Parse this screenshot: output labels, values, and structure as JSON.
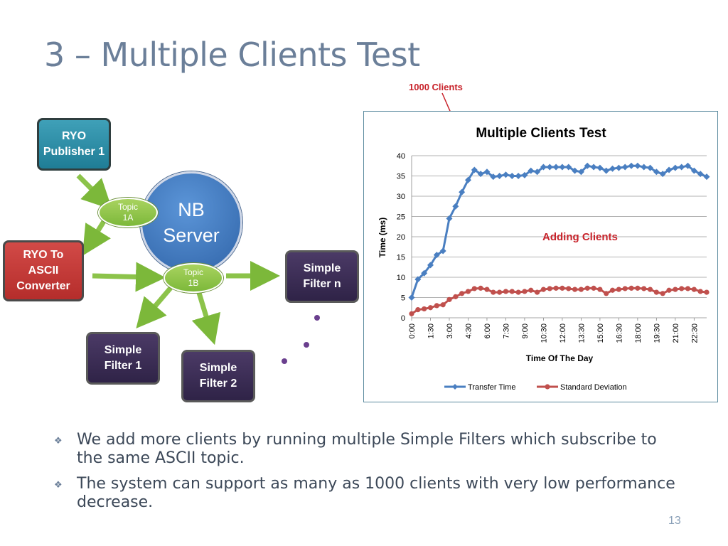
{
  "slide": {
    "title": "3 – Multiple Clients Test",
    "page_number": "13",
    "bullets": [
      "We add more clients by running multiple Simple Filters which subscribe to the same ASCII topic.",
      "The system can support as many as 1000 clients with very low performance decrease."
    ]
  },
  "diagram": {
    "publisher": "RYO\nPublisher 1",
    "converter": "RYO To\nASCII\nConverter",
    "server": "NB\nServer",
    "topic_1a": "Topic\n1A",
    "topic_1b": "Topic\n1B",
    "filter_n": "Simple\nFilter n",
    "filter_1": "Simple\nFilter 1",
    "filter_2": "Simple\nFilter 2",
    "colors": {
      "teal": "#2a8aa4",
      "red": "#c23a38",
      "purple": "#3b2c55",
      "green": "#8cc34a",
      "blue": "#4a7fc1"
    }
  },
  "annotations": {
    "clients_1000": "1000 Clients",
    "adding_clients": "Adding Clients",
    "color": "#c8232b"
  },
  "chart_data": {
    "type": "line",
    "title": "Multiple Clients Test",
    "xlabel": "Time Of The Day",
    "ylabel": "Time (ms)",
    "ylim": [
      0,
      40
    ],
    "yticks": [
      0,
      5,
      10,
      15,
      20,
      25,
      30,
      35,
      40
    ],
    "x_tick_labels": [
      "0:00",
      "1:30",
      "3:00",
      "4:30",
      "6:00",
      "7:30",
      "9:00",
      "10:30",
      "12:00",
      "13:30",
      "15:00",
      "16:30",
      "18:00",
      "19:30",
      "21:00",
      "22:30"
    ],
    "x_tick_every": 3,
    "grid": true,
    "legend": "bottom",
    "series": [
      {
        "name": "Transfer Time",
        "color": "#4a7fc1",
        "marker": "diamond",
        "values": [
          5,
          9.5,
          11,
          13,
          15.5,
          16.5,
          24.5,
          27.5,
          31,
          34,
          36.5,
          35.5,
          36,
          34.8,
          35,
          35.3,
          35,
          35,
          35.2,
          36.3,
          36,
          37.2,
          37.2,
          37.2,
          37.2,
          37.2,
          36.3,
          36,
          37.5,
          37.2,
          37,
          36.3,
          36.8,
          37,
          37.2,
          37.5,
          37.5,
          37.2,
          37,
          36,
          35.5,
          36.5,
          37,
          37.2,
          37.5,
          36.3,
          35.5,
          34.8
        ]
      },
      {
        "name": "Standard Deviation",
        "color": "#c0504d",
        "marker": "circle",
        "values": [
          1,
          2,
          2.2,
          2.5,
          3,
          3.2,
          4.5,
          5.2,
          6,
          6.5,
          7.2,
          7.3,
          7,
          6.3,
          6.3,
          6.5,
          6.5,
          6.3,
          6.5,
          6.8,
          6.3,
          7,
          7.2,
          7.3,
          7.3,
          7.2,
          7,
          7,
          7.3,
          7.3,
          7,
          6,
          6.8,
          7,
          7.2,
          7.3,
          7.3,
          7.2,
          7,
          6.3,
          6,
          6.8,
          7,
          7.2,
          7.2,
          7,
          6.5,
          6.3
        ]
      }
    ]
  }
}
